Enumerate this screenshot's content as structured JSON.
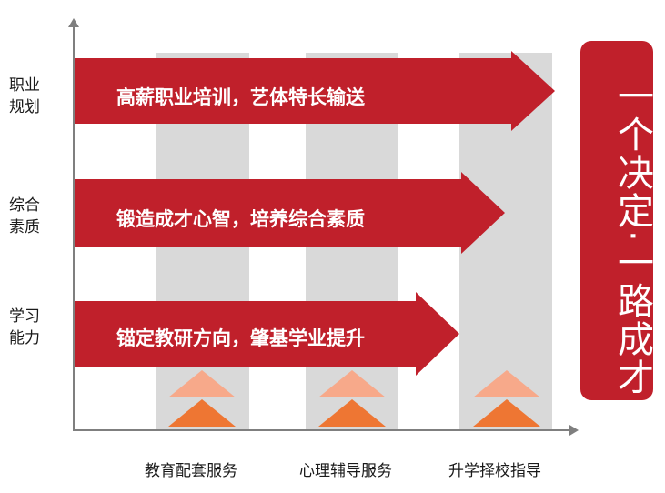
{
  "rows": [
    {
      "label_line1": "职业",
      "label_line2": "规划",
      "arrow_text": "高薪职业培训，艺体特长输送"
    },
    {
      "label_line1": "综合",
      "label_line2": "素质",
      "arrow_text": "锻造成才心智，培养综合素质"
    },
    {
      "label_line1": "学习",
      "label_line2": "能力",
      "arrow_text": "锚定教研方向，肇基学业提升"
    }
  ],
  "columns": [
    "教育配套服务",
    "心理辅导服务",
    "升学择校指导"
  ],
  "side_text": "一个决定·一路成才",
  "colors": {
    "arrow_red": "#c0202b",
    "column_gray": "#d9d9d9",
    "triangle_light": "#f7a98a",
    "triangle_dark": "#ee7633"
  }
}
